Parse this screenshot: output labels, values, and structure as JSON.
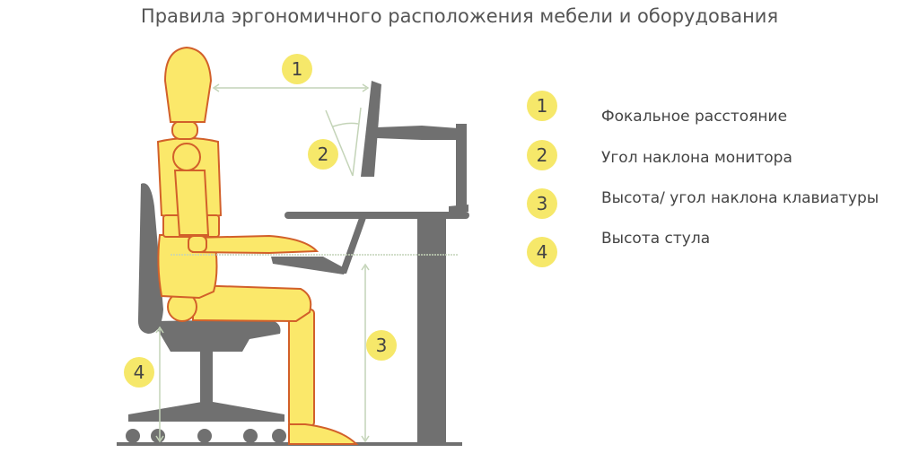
{
  "title": "Правила эргономичного расположения мебели и оборудования",
  "markers": [
    "1",
    "2",
    "3",
    "4"
  ],
  "legend": [
    {
      "num": "1",
      "label": "Фокальное расстояние"
    },
    {
      "num": "2",
      "label": "Угол наклона монитора"
    },
    {
      "num": "3",
      "label": "Высота/ угол наклона клавиатуры"
    },
    {
      "num": "4",
      "label": "Высота стула"
    }
  ],
  "colors": {
    "marker": "#f6e86a",
    "body": "#fbe86a",
    "outline": "#d2602a",
    "furniture": "#707070",
    "guide": "#c4d4b8"
  }
}
